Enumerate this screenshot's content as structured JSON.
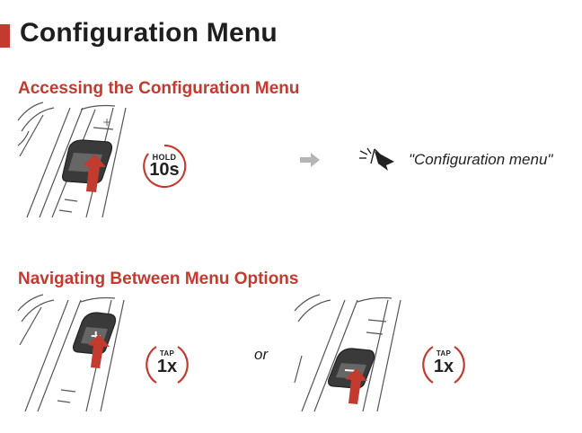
{
  "page": {
    "title": "Configuration Menu",
    "accent_color": "#c33a2f"
  },
  "section_access": {
    "heading": "Accessing the Configuration Menu",
    "hold_label": "HOLD",
    "hold_value": "10s",
    "arrow_icon": "right-arrow-icon",
    "speaker_icon": "speaker-icon",
    "voice_prompt": "\"Configuration menu\""
  },
  "section_navigate": {
    "heading": "Navigating Between Menu Options",
    "plus_tap_label": "TAP",
    "plus_tap_value": "1x",
    "or_text": "or",
    "minus_tap_label": "TAP",
    "minus_tap_value": "1x"
  }
}
